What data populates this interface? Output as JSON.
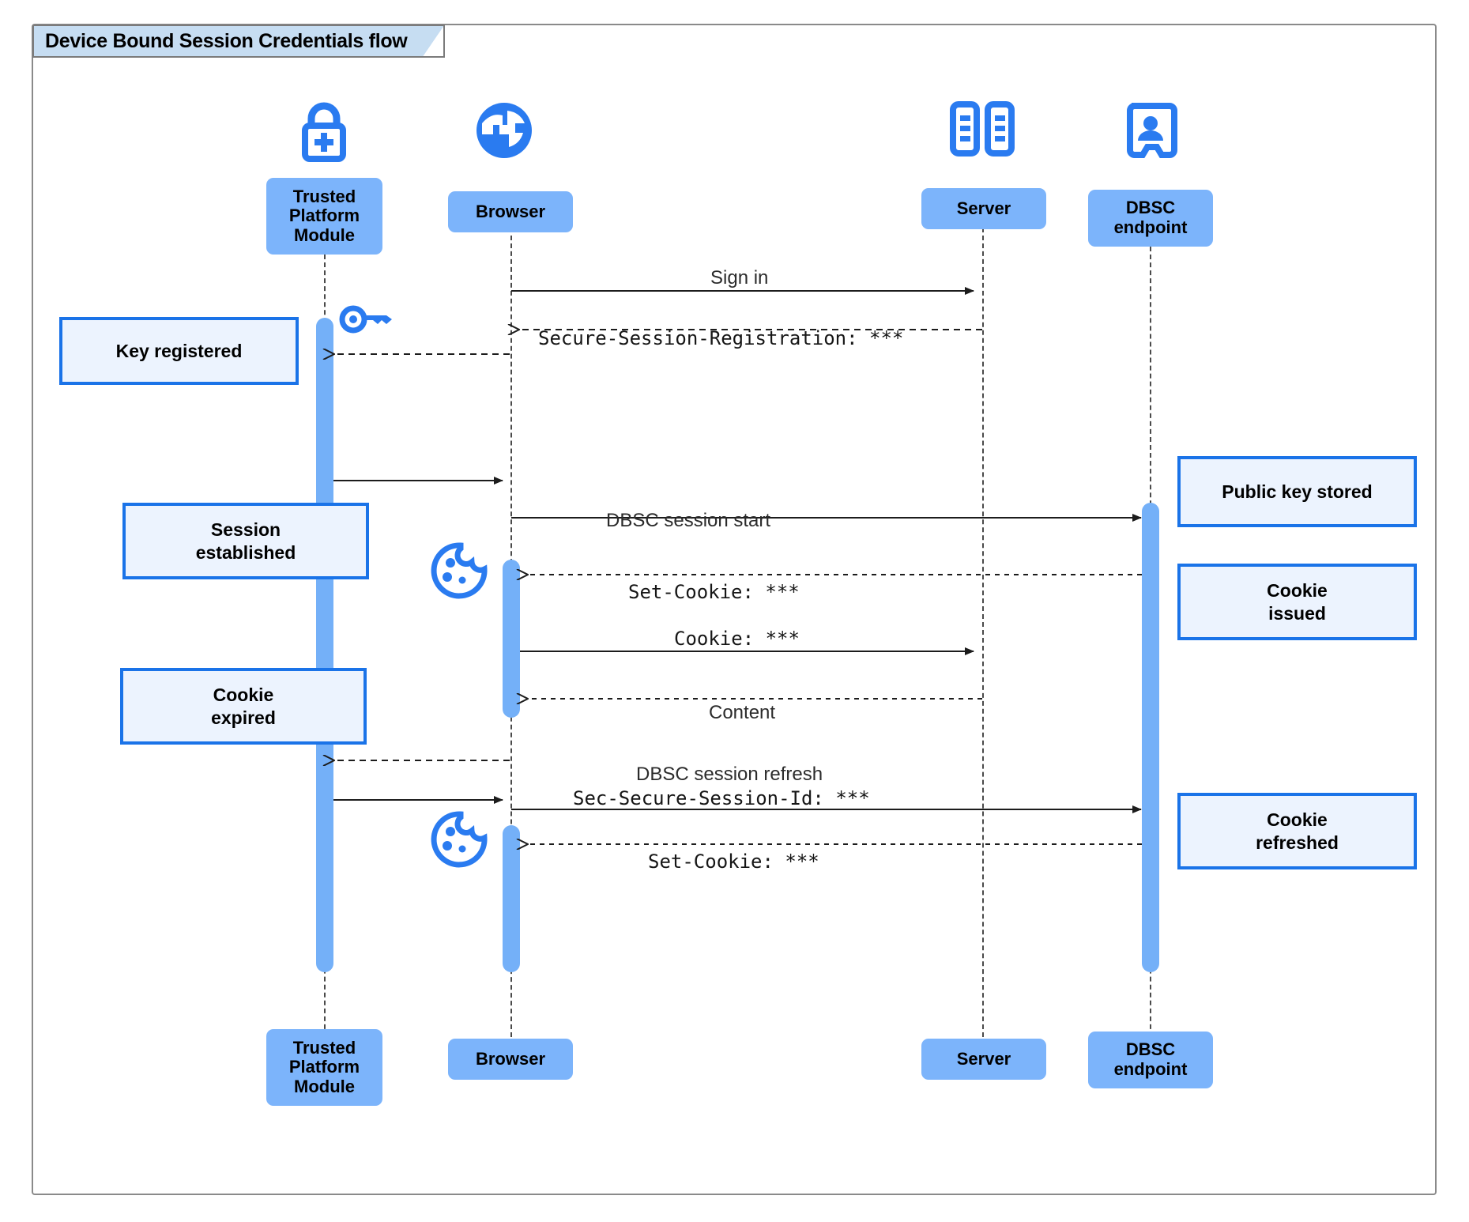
{
  "diagram": {
    "title": "Device Bound Session Credentials flow",
    "colors": {
      "title_fill": "#c6ddf2",
      "participant_fill": "#7cb4fb",
      "activation_fill": "#74b0f8",
      "note_fill": "#ecf3fe",
      "note_border": "#1a73e8",
      "icon_blue": "#2a7bf0",
      "frame_border": "#8a8a8a",
      "lifeline": "#4a4a4a"
    }
  },
  "participants": [
    {
      "id": "tpm",
      "label": "Trusted\nPlatform\nModule",
      "icon": "lock-plus-icon"
    },
    {
      "id": "browser",
      "label": "Browser",
      "icon": "globe-icon"
    },
    {
      "id": "server",
      "label": "Server",
      "icon": "server-rack-icon"
    },
    {
      "id": "dbsc",
      "label": "DBSC\nendpoint",
      "icon": "id-badge-icon"
    }
  ],
  "messages": [
    {
      "id": "m1",
      "text": "Sign in",
      "style": "sans",
      "from": "browser",
      "to": "server",
      "line": "solid",
      "arrow": "filled"
    },
    {
      "id": "m2",
      "text": "Secure-Session-Registration: ***",
      "style": "mono",
      "from": "server",
      "to": "browser",
      "line": "dashed",
      "arrow": "open"
    },
    {
      "id": "m3",
      "text": "",
      "style": "sans",
      "from": "tpm",
      "to": "browser",
      "line": "solid",
      "arrow": "filled"
    },
    {
      "id": "m4",
      "text": "DBSC session start",
      "style": "sans",
      "from": "browser",
      "to": "dbsc",
      "line": "solid",
      "arrow": "filled"
    },
    {
      "id": "m5",
      "text": "Set-Cookie: ***",
      "style": "mono",
      "from": "dbsc",
      "to": "browser",
      "line": "dashed",
      "arrow": "open"
    },
    {
      "id": "m6",
      "text": "Cookie: ***",
      "style": "mono",
      "from": "browser",
      "to": "server",
      "line": "solid",
      "arrow": "filled"
    },
    {
      "id": "m7",
      "text": "Content",
      "style": "sans",
      "from": "server",
      "to": "browser",
      "line": "dashed",
      "arrow": "open"
    },
    {
      "id": "m8",
      "text": "",
      "style": "sans",
      "from": "browser",
      "to": "tpm",
      "line": "dashed",
      "arrow": "open"
    },
    {
      "id": "m9a",
      "text": "DBSC session refresh",
      "style": "sans",
      "from": "tpm",
      "to": "dbsc",
      "line": "solid",
      "arrow": "filled"
    },
    {
      "id": "m9b",
      "text": "Sec-Secure-Session-Id: ***",
      "style": "mono",
      "from": "browser",
      "to": "dbsc",
      "line": "solid",
      "arrow": "filled"
    },
    {
      "id": "m10",
      "text": "Set-Cookie: ***",
      "style": "mono",
      "from": "dbsc",
      "to": "browser",
      "line": "dashed",
      "arrow": "open"
    }
  ],
  "notes": {
    "left": [
      {
        "id": "n1",
        "text": "Key registered"
      },
      {
        "id": "n2",
        "text": "Session\nestablished"
      },
      {
        "id": "n3",
        "text": "Cookie\nexpired"
      }
    ],
    "right": [
      {
        "id": "n4",
        "text": "Public key stored"
      },
      {
        "id": "n5",
        "text": "Cookie\nissued"
      },
      {
        "id": "n6",
        "text": "Cookie\nrefreshed"
      }
    ]
  },
  "inline_icons": [
    {
      "id": "key1",
      "name": "key-icon",
      "near": "tpm"
    },
    {
      "id": "cookie1",
      "name": "cookie-icon",
      "near": "browser"
    },
    {
      "id": "cookie2",
      "name": "cookie-icon",
      "near": "browser"
    }
  ]
}
